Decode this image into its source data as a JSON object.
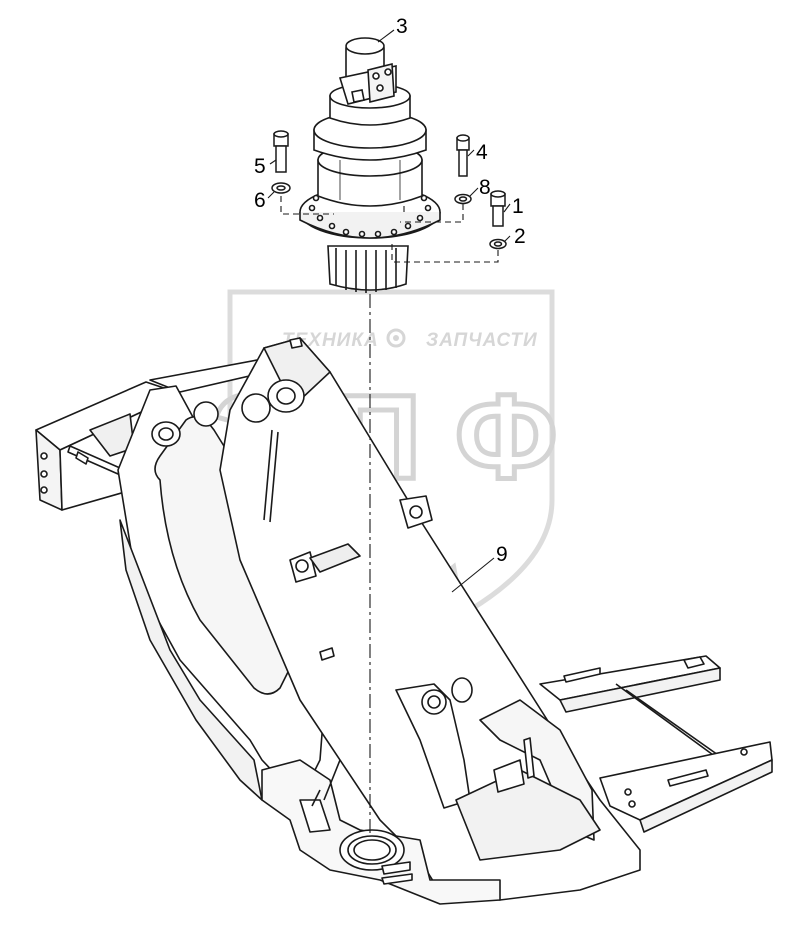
{
  "watermark": {
    "line1_left": "ТЕХНИКА",
    "line1_right": "ЗАПЧАСТИ",
    "big_left": "Э",
    "big_mid": "П",
    "big_right": "Ф",
    "color": "#d9d9d9"
  },
  "callouts": {
    "c1": "1",
    "c2": "2",
    "c3": "3",
    "c4": "4",
    "c5": "5",
    "c6": "6",
    "c8": "8",
    "c9": "9"
  },
  "colors": {
    "line": "#1a1a1a",
    "fill": "#ffffff",
    "shade": "#e8e8e8"
  }
}
